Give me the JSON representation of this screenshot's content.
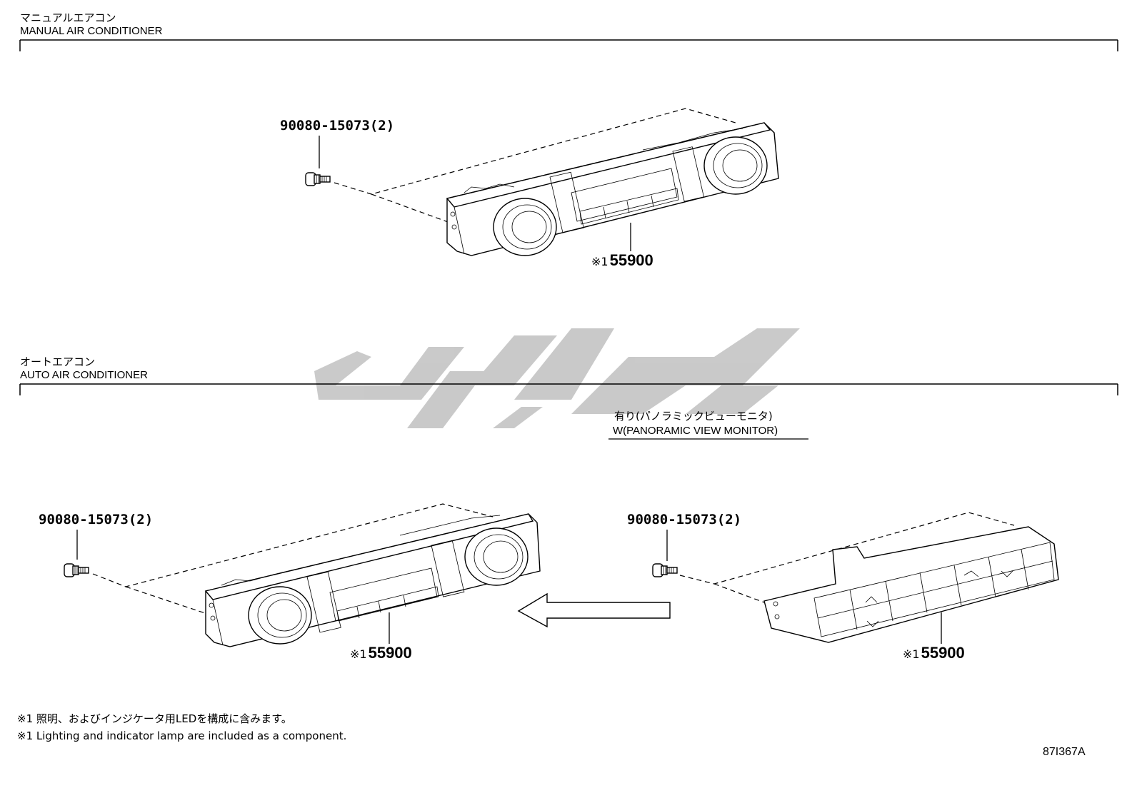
{
  "sections": [
    {
      "title_jp": "マニュアルエアコン",
      "title_en": "MANUAL AIR CONDITIONER",
      "screw_part_no": "90080-15073(2)",
      "unit_ref_mark": "※1",
      "unit_ref_no": "55900"
    },
    {
      "title_jp": "オートエアコン",
      "title_en": "AUTO AIR CONDITIONER",
      "screw_part_no": "90080-15073(2)",
      "unit_ref_mark": "※1",
      "unit_ref_no": "55900",
      "variant": {
        "label_jp": "有り(パノラミックビューモニタ)",
        "label_en": "W(PANORAMIC VIEW MONITOR)",
        "screw_part_no": "90080-15073(2)",
        "unit_ref_mark": "※1",
        "unit_ref_no": "55900"
      }
    }
  ],
  "footnotes": [
    "※1 照明、およびインジケータ用LEDを構成に含みます。",
    "※1 Lighting and indicator lamp are included as a component."
  ],
  "drawing_id": "87I367A"
}
